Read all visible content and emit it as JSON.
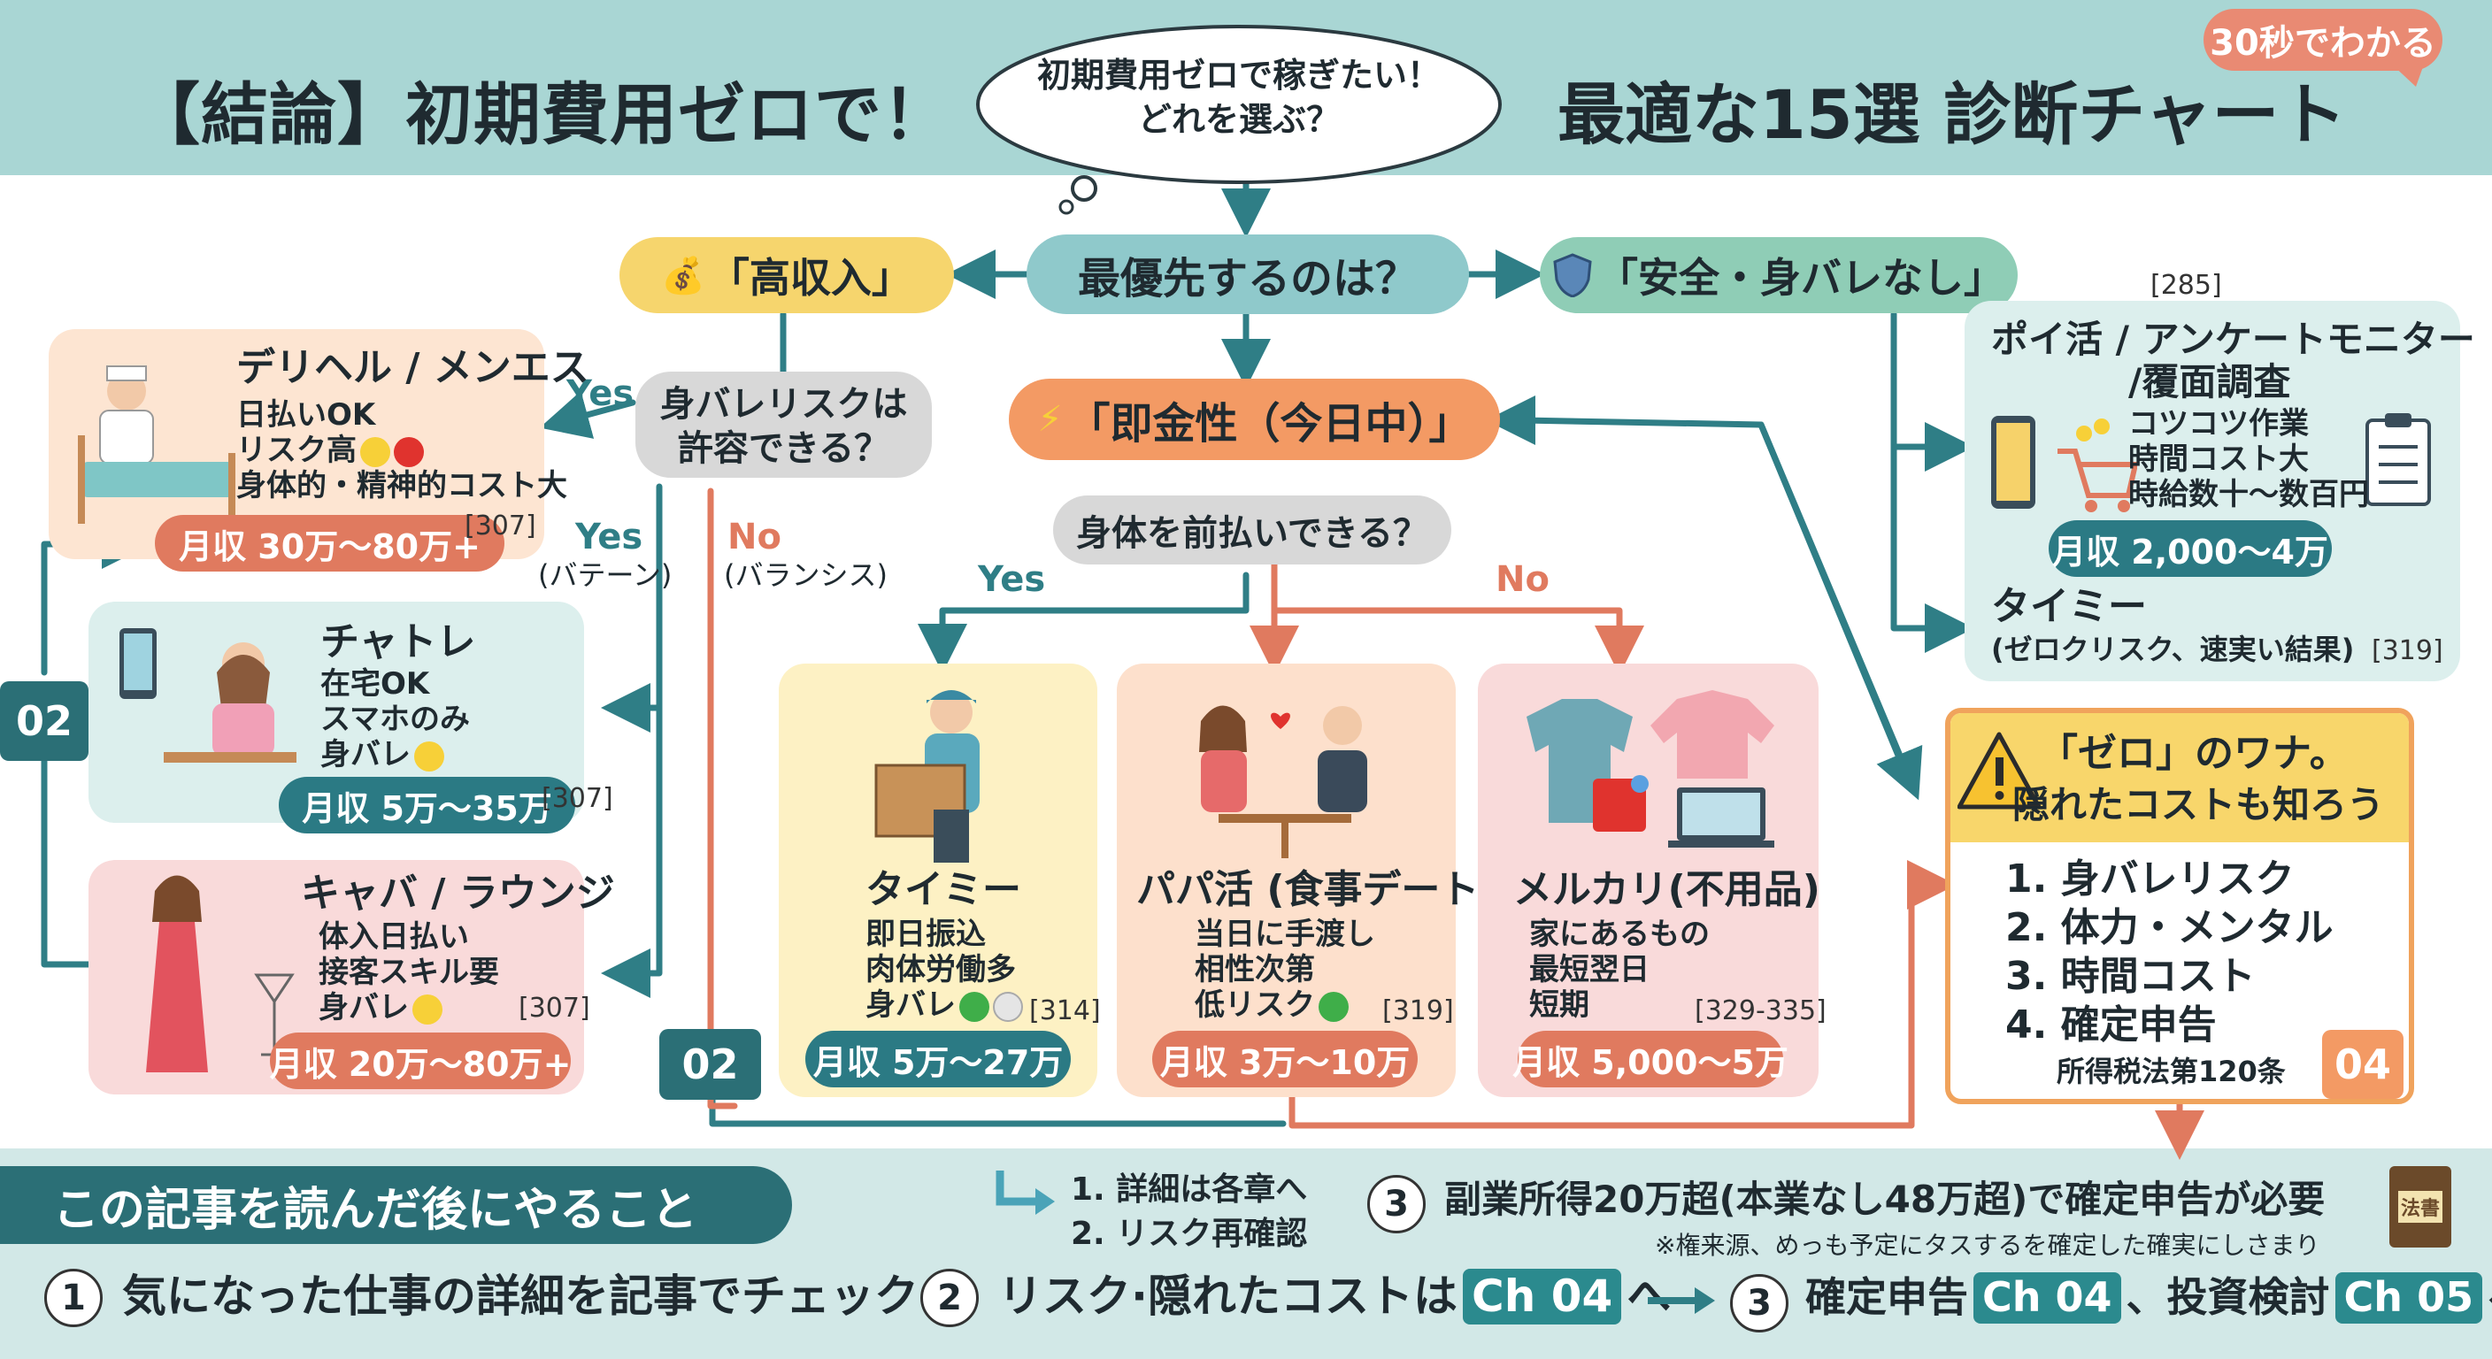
{
  "header": {
    "title_left": "【結論】初期費用ゼロで！",
    "thought_line1": "初期費用ゼロで稼ぎたい！",
    "thought_line2": "どれを選ぶ？",
    "title_right": "最適な15選 診断チャート",
    "tag": "30秒でわかる"
  },
  "flow": {
    "root": "最優先するのは？",
    "high_income": "「高収入」",
    "safety": "「安全・身バレなし」",
    "instant": "「即金性（今日中）」",
    "q_risk_line1": "身バレリスクは",
    "q_risk_line2": "許容できる？",
    "q_body": "身体を前払いできる？",
    "yes": "Yes",
    "no": "No",
    "yes_label": "Yes",
    "yes_sub": "(バテーン)",
    "no_label": "No",
    "no_sub": "(バランシス)",
    "yes_instant": "Yes",
    "no_instant": "No",
    "badge_left": "02",
    "badge_bottom": "02",
    "safety_ref": "[285]"
  },
  "cards": {
    "delivery_health": {
      "title": "デリヘル / メンエス",
      "line1": "日払いOK",
      "line2": "リスク高",
      "line3": "身体的・精神的コスト大",
      "income": "月収 30万〜80万+",
      "ref": "[307]"
    },
    "chatlady": {
      "title": "チャトレ",
      "line1": "在宅OK",
      "line2": "スマホのみ",
      "line3": "身バレ",
      "income": "月収 5万〜35万",
      "ref": "[307]"
    },
    "cabaret": {
      "title": "キャバ / ラウンジ",
      "line1": "体入日払い",
      "line2": "接客スキル要",
      "line3": "身バレ",
      "income": "月収 20万〜80万+",
      "ref": "[307]"
    },
    "timee_center": {
      "title": "タイミー",
      "line1": "即日振込",
      "line2": "肉体労働多",
      "line3": "身バレ",
      "income": "月収 5万〜27万",
      "ref": "[314]"
    },
    "papakatsu": {
      "title": "パパ活 (食事デート)",
      "line1": "当日に手渡し",
      "line2": "相性次第",
      "line3": "低リスク",
      "income": "月収 3万〜10万",
      "ref": "[319]"
    },
    "mercari": {
      "title": "メルカリ(不用品)",
      "line1": "家にあるもの",
      "line2": "最短翌日",
      "line3": "短期",
      "income": "月収 5,000〜5万",
      "ref": "[329-335]"
    },
    "poikatsu": {
      "title_line1": "ポイ活 / アンケートモニター",
      "title_line2": "/覆面調査",
      "line1": "コツコツ作業",
      "line2": "時間コスト大",
      "line3": "時給数十〜数百円",
      "income": "月収 2,000〜4万"
    },
    "timee_right": {
      "title": "タイミー",
      "sub": "(ゼロクリスク、速実い結果)",
      "ref": "[319]"
    }
  },
  "warning": {
    "title_line1": "「ゼロ」のワナ。",
    "title_line2": "隠れたコストも知ろう",
    "item1": "1. 身バレリスク",
    "item2": "2. 体力・メンタル",
    "item3": "3. 時間コスト",
    "item4": "4. 確定申告",
    "law": "所得税法第120条",
    "badge": "04"
  },
  "footer": {
    "heading": "この記事を読んだ後にやること",
    "mini1": "1. 詳細は各章へ",
    "mini2": "2. リスク再確認",
    "step3_num": "3",
    "step3_text": "副業所得20万超(本業なし48万超)で確定申告が必要",
    "note": "※権来源、めっも予定にタスするを確定した確実にしさまり",
    "book_label": "法書",
    "s1_num": "1",
    "s1_text": "気になった仕事の詳細を記事でチェック",
    "s2_num": "2",
    "s2_pre": "リスク·隠れたコストは",
    "s2_ch": "Ch 04",
    "s2_post": "へ",
    "s3_num": "3",
    "s3_pre": "確定申告",
    "s3_ch1": "Ch 04",
    "s3_mid": "、投資検討",
    "s3_ch2": "Ch 05",
    "s3_post": "へ"
  },
  "colors": {
    "teal_dark": "#2b6f76",
    "teal_arrow": "#2f7e86",
    "coral": "#e07a5f",
    "header_bg": "#a9d6d4",
    "card_orange": "#fde5d2",
    "card_teal": "#dcefed",
    "card_pink": "#f9dada",
    "card_yellow": "#fdf1c4"
  },
  "icons": [
    "money-bag-icon",
    "shield-icon",
    "lightning-icon",
    "warning-icon",
    "book-icon"
  ]
}
